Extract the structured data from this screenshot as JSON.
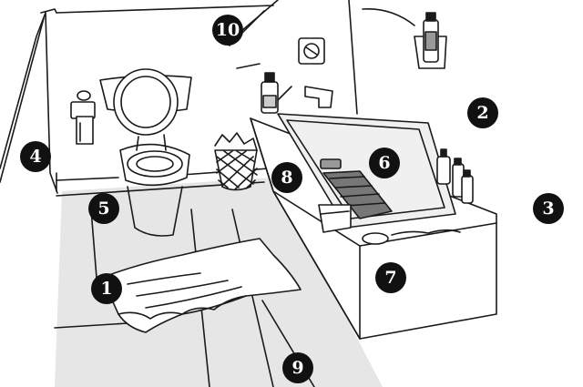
{
  "markers": [
    {
      "key": "1",
      "label": "1"
    },
    {
      "key": "2",
      "label": "2"
    },
    {
      "key": "3",
      "label": "3"
    },
    {
      "key": "4",
      "label": "4"
    },
    {
      "key": "5",
      "label": "5"
    },
    {
      "key": "6",
      "label": "6"
    },
    {
      "key": "7",
      "label": "7"
    },
    {
      "key": "8",
      "label": "8"
    },
    {
      "key": "9",
      "label": "9"
    },
    {
      "key": "10",
      "label": "10"
    }
  ],
  "colors": {
    "ink": "#1a1a1a",
    "marker_fill": "#111111",
    "marker_text": "#ffffff",
    "floor_shade": "#dedede"
  },
  "illustration": {
    "objects": [
      "toilet",
      "toilet-paper-holder",
      "waste-basket",
      "bath-mat",
      "bathtub",
      "bath-faucet",
      "tub-drain-plate",
      "wall-shelf-bottle",
      "rubber-bath-mat",
      "towel",
      "soap",
      "toiletry-bottles"
    ]
  }
}
